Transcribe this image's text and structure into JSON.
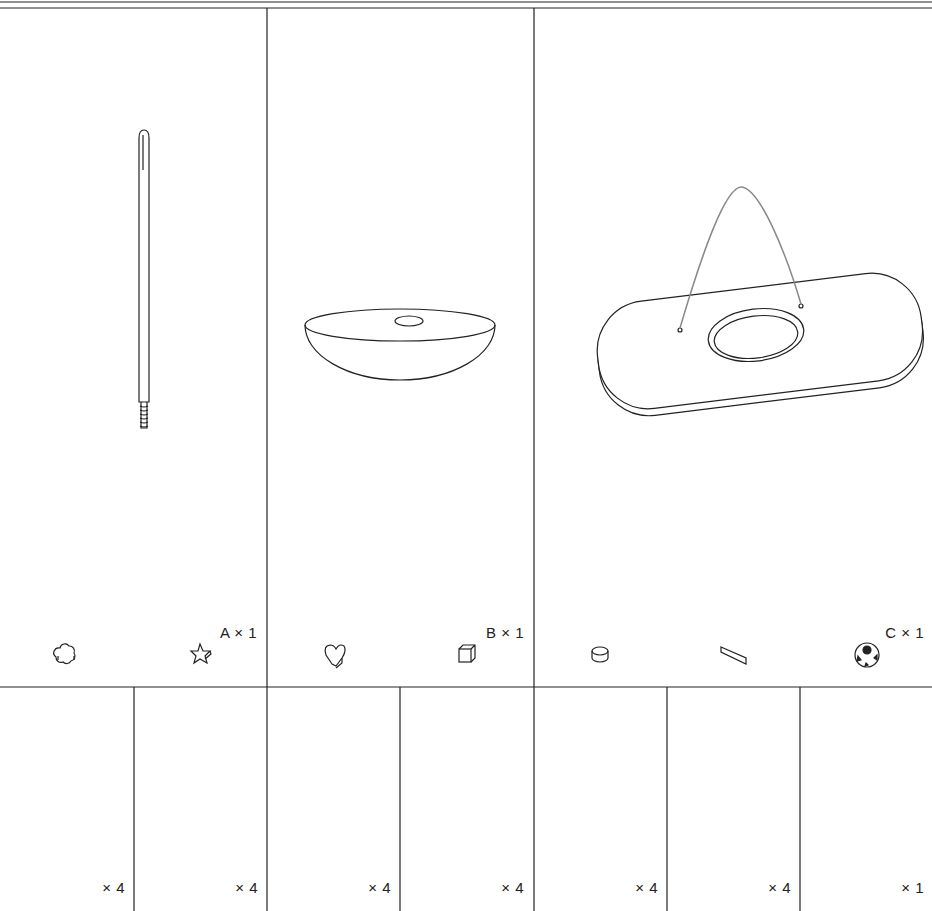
{
  "diagram": {
    "labels": [
      "A × 1",
      "B × 1",
      "C × 1",
      "× 4",
      "× 4",
      "× 4",
      "× 4",
      "× 4",
      "× 4",
      "× 1"
    ]
  }
}
